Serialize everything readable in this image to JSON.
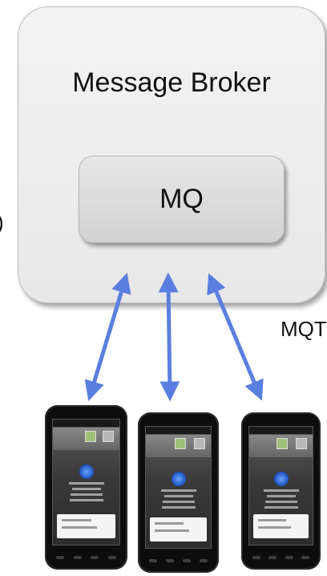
{
  "broker": {
    "title": "Message Broker"
  },
  "queue": {
    "label": "MQ"
  },
  "left_edge_text": ")",
  "protocol_label": "MQT",
  "arrow_color": "#5b7fe0",
  "phones": [
    {
      "id": "phone-1"
    },
    {
      "id": "phone-2"
    },
    {
      "id": "phone-3"
    }
  ]
}
